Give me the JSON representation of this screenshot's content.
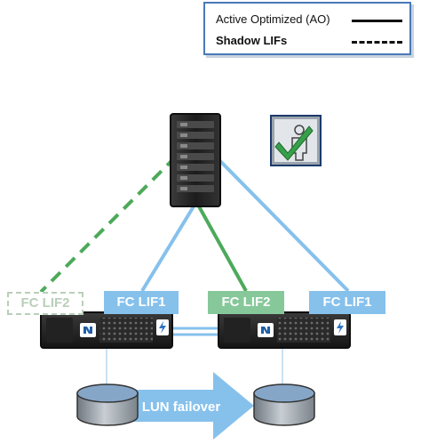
{
  "legend": {
    "active_optimized_label": "Active Optimized (AO)",
    "shadow_lifs_label": "Shadow LIFs"
  },
  "lifs": {
    "shadow_lif2": "FC LIF2",
    "lif1_left": "FC LIF1",
    "lif2_right": "FC LIF2",
    "lif1_right": "FC LIF1"
  },
  "lun_failover_label": "LUN failover",
  "icons": {
    "host": "server-rack-icon",
    "admin": "user-check-icon",
    "controller": "storage-controller-icon",
    "lun": "disk-cylinder-icon"
  },
  "colors": {
    "active_blue": "#86c1ec",
    "active_green": "#4caa5a",
    "shadow_green": "#b9cfb9",
    "failover_arrow": "#86c1ec",
    "legend_border": "#4a79b8"
  }
}
